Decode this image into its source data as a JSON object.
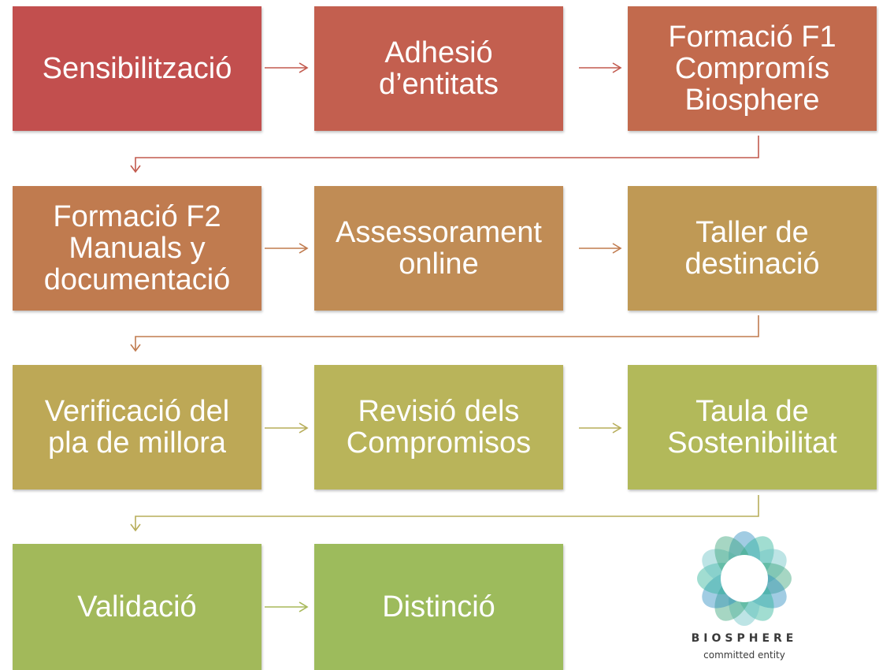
{
  "steps": [
    {
      "label": "Sensibilització",
      "color": "#c24f4e"
    },
    {
      "label": "Adhesió\nd’entitats",
      "color": "#c35f4f"
    },
    {
      "label": "Formació F1\nCompromís\nBiosphere",
      "color": "#c26a4d"
    },
    {
      "label": "Formació F2\nManuals y\ndocumentació",
      "color": "#c07b4f"
    },
    {
      "label": "Assessorament\nonline",
      "color": "#c08c55"
    },
    {
      "label": "Taller de\ndestinació",
      "color": "#bf9955"
    },
    {
      "label": "Verificació del\npla de millora",
      "color": "#bda856"
    },
    {
      "label": "Revisió dels\nCompromisos",
      "color": "#b9b45a"
    },
    {
      "label": "Taula de\nSostenibilitat",
      "color": "#b2b95a"
    },
    {
      "label": "Validació",
      "color": "#a2b95a"
    },
    {
      "label": "Distinció",
      "color": "#9dbb5c"
    }
  ],
  "connector_colors": [
    "#c25a4e",
    "#c07b4f",
    "#b7ad5a",
    "#a8b95a"
  ],
  "logo": {
    "wordmark": "BIOSPHERE",
    "subtitle": "committed entity",
    "colors": [
      "#2e8fc0",
      "#2fb39a",
      "#6cc3c6",
      "#3aa57a"
    ]
  }
}
